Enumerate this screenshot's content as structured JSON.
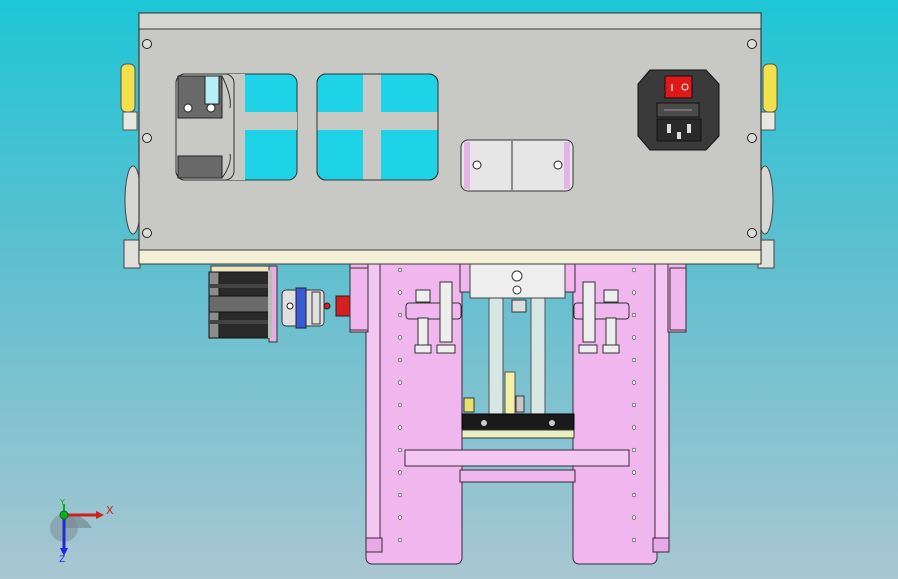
{
  "viewport": {
    "background_top": "#1ec6d6",
    "background_bottom": "#a9c6d2"
  },
  "axis_triad": {
    "x_label": "X",
    "y_label": "Y",
    "z_label": "Z",
    "x_color": "#d41e1e",
    "y_color": "#10b010",
    "z_color": "#1e2ad8"
  },
  "colors": {
    "enclosure_panel": "#c8c8c4",
    "enclosure_outline": "#3a3a3a",
    "window_cutout": "#1ed3e8",
    "pink_frame": "#f0b6ee",
    "power_switch_red": "#e01818",
    "motor_body": "#2a2a2a",
    "coupling_blue": "#3a5ad8",
    "coupling_red": "#d42020",
    "indicator_yellow": "#f4e04a"
  },
  "components": {
    "power_inlet": "iec-power-inlet-with-rocker-switch",
    "stepper_motor": "stepper-motor",
    "coupling": "flexible-shaft-coupling",
    "left_window": "enclosure-window-left",
    "right_window": "enclosure-window-right",
    "terminal_block": "terminal-block",
    "pink_frame": "pink-mounting-frame"
  }
}
